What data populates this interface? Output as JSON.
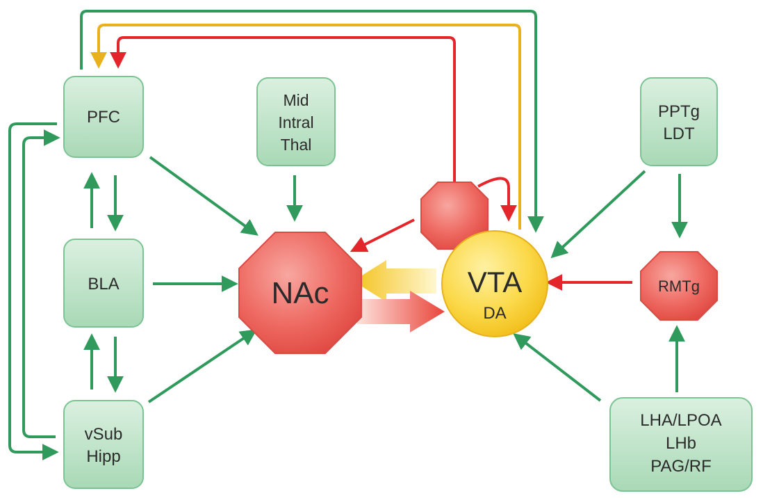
{
  "nodes": {
    "pfc": {
      "lines": [
        "PFC"
      ]
    },
    "bla": {
      "lines": [
        "BLA"
      ]
    },
    "vsub": {
      "lines": [
        "vSub",
        "Hipp"
      ]
    },
    "thal": {
      "lines": [
        "Mid",
        "Intral",
        "Thal"
      ]
    },
    "pptg": {
      "lines": [
        "PPTg",
        "LDT"
      ]
    },
    "lha": {
      "lines": [
        "LHA/LPOA",
        "LHb",
        "PAG/RF"
      ]
    },
    "nac": {
      "label": "NAc"
    },
    "vta": {
      "label": "VTA",
      "sublabel": "DA"
    },
    "rmtg": {
      "label": "RMTg"
    },
    "interneuron": {
      "label": ""
    }
  },
  "colors": {
    "excitatory": "#2f9a5c",
    "inhibitory": "#e3262b",
    "dopamine": "#e9b21d",
    "box_fill": "#bfe3c8",
    "box_stroke": "#7cc394",
    "gaba_fill": "#ec6b66",
    "gaba_stroke": "#d94a44",
    "vta_fill": "#f8d43a"
  }
}
